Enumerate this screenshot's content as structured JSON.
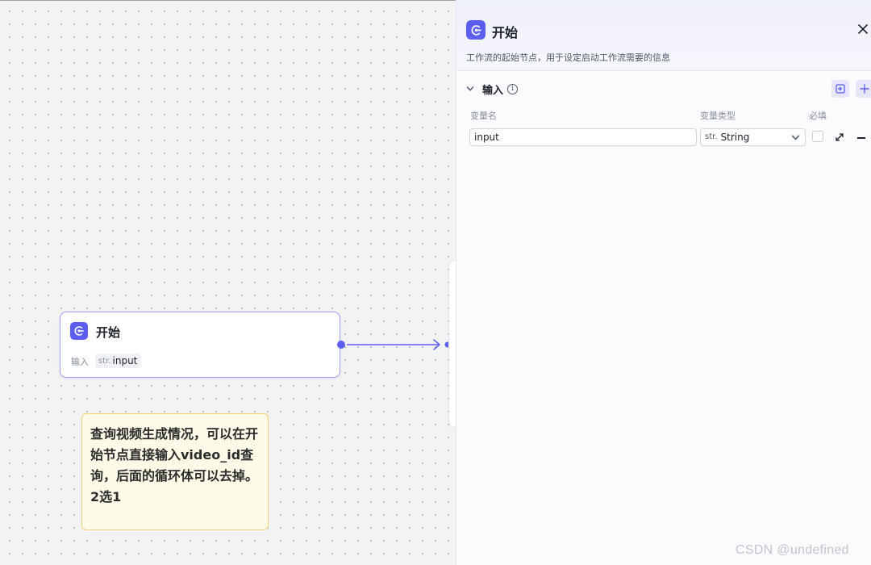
{
  "canvas": {
    "start_node": {
      "title": "开始",
      "input_label": "输入",
      "var_type_prefix": "str.",
      "var_name": "input"
    },
    "note": {
      "text": "查询视频生成情况，可以在开始节点直接输入video_id查询，后面的循环体可以去掉。2选1"
    }
  },
  "panel": {
    "title": "开始",
    "description": "工作流的起始节点，用于设定启动工作流需要的信息",
    "section": {
      "title": "输入",
      "columns": {
        "name": "变量名",
        "type": "变量类型",
        "required": "必填"
      },
      "variables": [
        {
          "name": "input",
          "type_prefix": "str.",
          "type": "String",
          "required": false
        }
      ]
    }
  },
  "colors": {
    "accent": "#5b5ef0",
    "node_border": "#9b9df2",
    "note_bg": "#fefbe9",
    "note_border": "#f3d27a"
  },
  "icons": {
    "node_icon": "start-flag-icon",
    "close": "close-icon",
    "section_toggle": "chevron-down-icon",
    "info": "info-icon",
    "import": "import-icon",
    "add": "plus-icon",
    "expand": "expand-icon",
    "remove": "minus-icon"
  },
  "watermark": "CSDN @undefined"
}
